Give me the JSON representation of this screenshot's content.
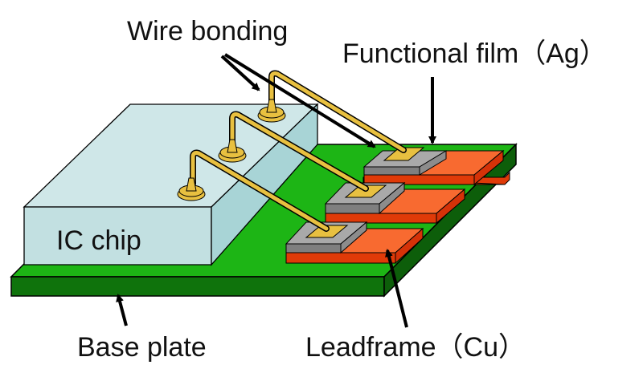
{
  "title": "IC package structure diagram",
  "labels": {
    "wire_bonding": "Wire bonding",
    "functional_film": "Functional film（Ag）",
    "ic_chip": "IC chip",
    "base_plate": "Base plate",
    "leadframe": "Leadframe（Cu）"
  },
  "components": [
    {
      "name": "Base plate",
      "color": "#1db515",
      "side_color": "#0f6e0c"
    },
    {
      "name": "IC chip",
      "color": "#cfe7e8",
      "side_color": "#aad6d8"
    },
    {
      "name": "Wire bonding",
      "color": "#e8c040",
      "count": 3
    },
    {
      "name": "Functional film (Ag)",
      "color": "#a9a9a9",
      "side_color": "#808080",
      "count": 3
    },
    {
      "name": "Leadframe (Cu)",
      "color": "#f86a30",
      "side_color": "#e03a08",
      "count": 3
    }
  ]
}
